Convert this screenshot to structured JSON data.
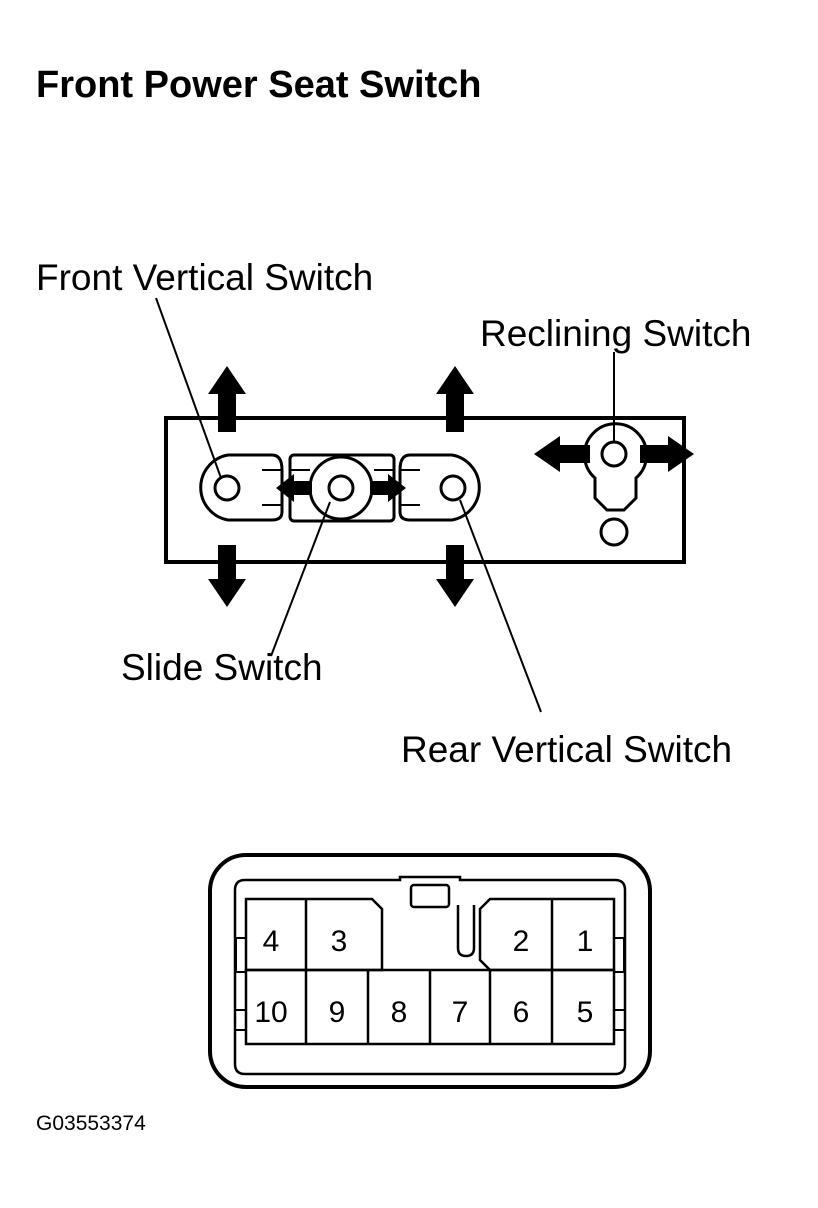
{
  "title": "Front Power Seat Switch",
  "labels": {
    "front_vertical": "Front Vertical Switch",
    "reclining": "Reclining Switch",
    "slide": "Slide Switch",
    "rear_vertical": "Rear Vertical Switch"
  },
  "connector": {
    "top_row": [
      "4",
      "3",
      "2",
      "1"
    ],
    "bottom_row": [
      "10",
      "9",
      "8",
      "7",
      "6",
      "5"
    ]
  },
  "figure_id": "G03553374"
}
